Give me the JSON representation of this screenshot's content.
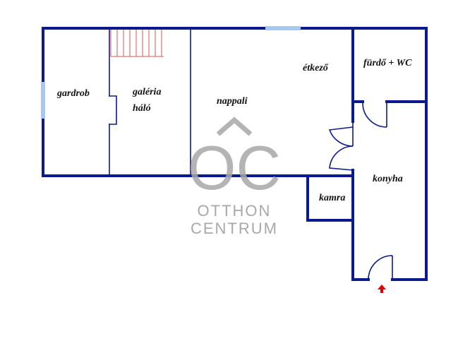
{
  "rooms": {
    "gardrob": "gardrob",
    "galeria": "galéria",
    "halo": "háló",
    "nappali": "nappali",
    "etkezo": "étkező",
    "furdo": "fürdő + WC",
    "konyha": "konyha",
    "kamra": "kamra"
  },
  "watermark": {
    "mark": "OC",
    "line1": "OTTHON",
    "line2": "CENTRUM"
  },
  "colors": {
    "wall": "#0b1a8c",
    "window": "#a8c8ee",
    "stairs": "#e25050",
    "entrance": "#e00000",
    "watermark": "#a0a0a0"
  }
}
